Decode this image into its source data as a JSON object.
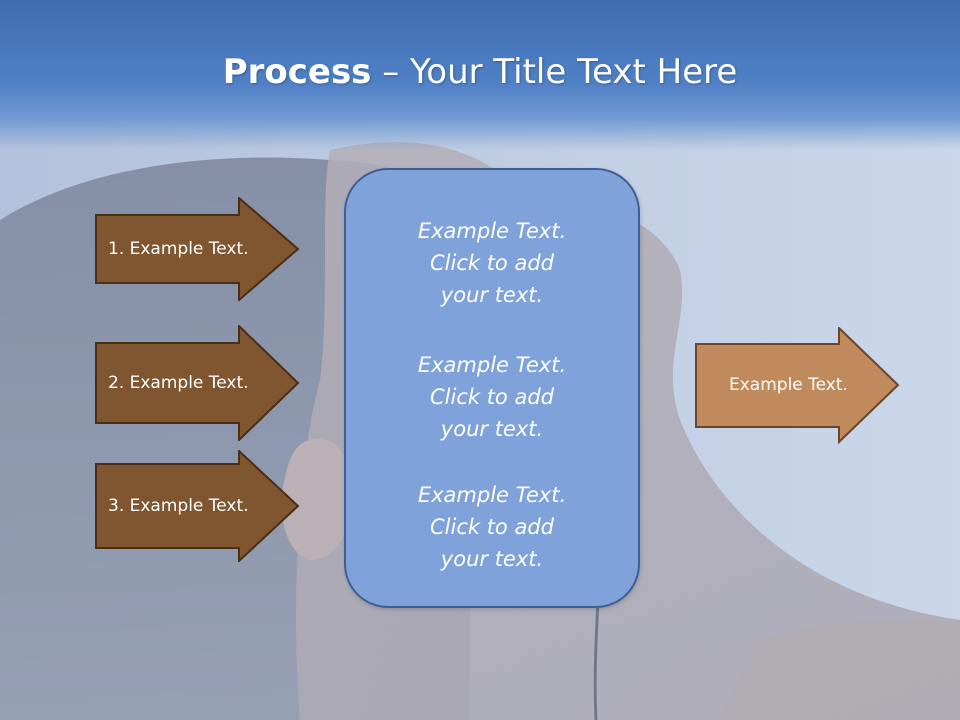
{
  "slide": {
    "title_bold": "Process",
    "title_rest": " – Your Title Text Here"
  },
  "left_arrows": [
    {
      "label": "1. Example Text."
    },
    {
      "label": "2. Example Text."
    },
    {
      "label": "3. Example Text."
    }
  ],
  "center_panel": {
    "items": [
      {
        "line1": "Example Text.",
        "line2": "Click  to add",
        "line3": "your text."
      },
      {
        "line1": "Example Text.",
        "line2": "Click  to add",
        "line3": "your text."
      },
      {
        "line1": "Example Text.",
        "line2": "Click  to add",
        "line3": "your text."
      }
    ]
  },
  "right_arrow": {
    "label": "Example Text."
  },
  "colors": {
    "header_blue": "#4f80c6",
    "left_arrow_fill": "#7f5630",
    "right_arrow_fill": "#c08a5c",
    "panel_fill": "#7ea2d9"
  }
}
